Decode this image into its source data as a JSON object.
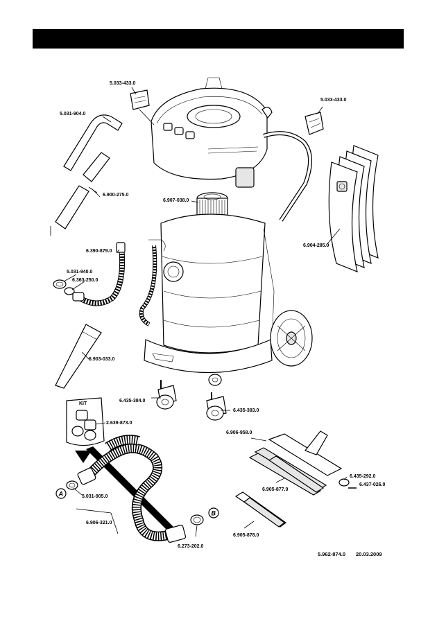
{
  "labels": {
    "p_5033433_top": "5.033-433.0",
    "p_5033433_right": "5.033-433.0",
    "p_5031904": "5.031-904.0",
    "p_6900275": "6.900-275.0",
    "p_6907038": "6.907-038.0",
    "p_6904285": "6.904-285.0",
    "p_6390879": "6.390-879.0",
    "p_5031940": "5.031-940.0",
    "p_6363250": "6.363-250.0",
    "p_6903033": "6.903-033.0",
    "p_6435384": "6.435-384.0",
    "p_6435383": "6.435-383.0",
    "p_2639873": "2.639-873.0",
    "p_6906958": "6.906-958.0",
    "p_6435292": "6.435-292.0",
    "p_6437026": "6.437-026.0",
    "p_6905877": "6.905-877.0",
    "p_5031905": "5.031-905.0",
    "p_6906321": "6.906-321.0",
    "p_6273202": "6.273-202.0",
    "p_6905878": "6.905-878.0"
  },
  "kit_label": "KIT",
  "marker_a": "A",
  "marker_b": "B",
  "footer": {
    "doc_number": "5.962-874.0",
    "date": "20.03.2009"
  }
}
